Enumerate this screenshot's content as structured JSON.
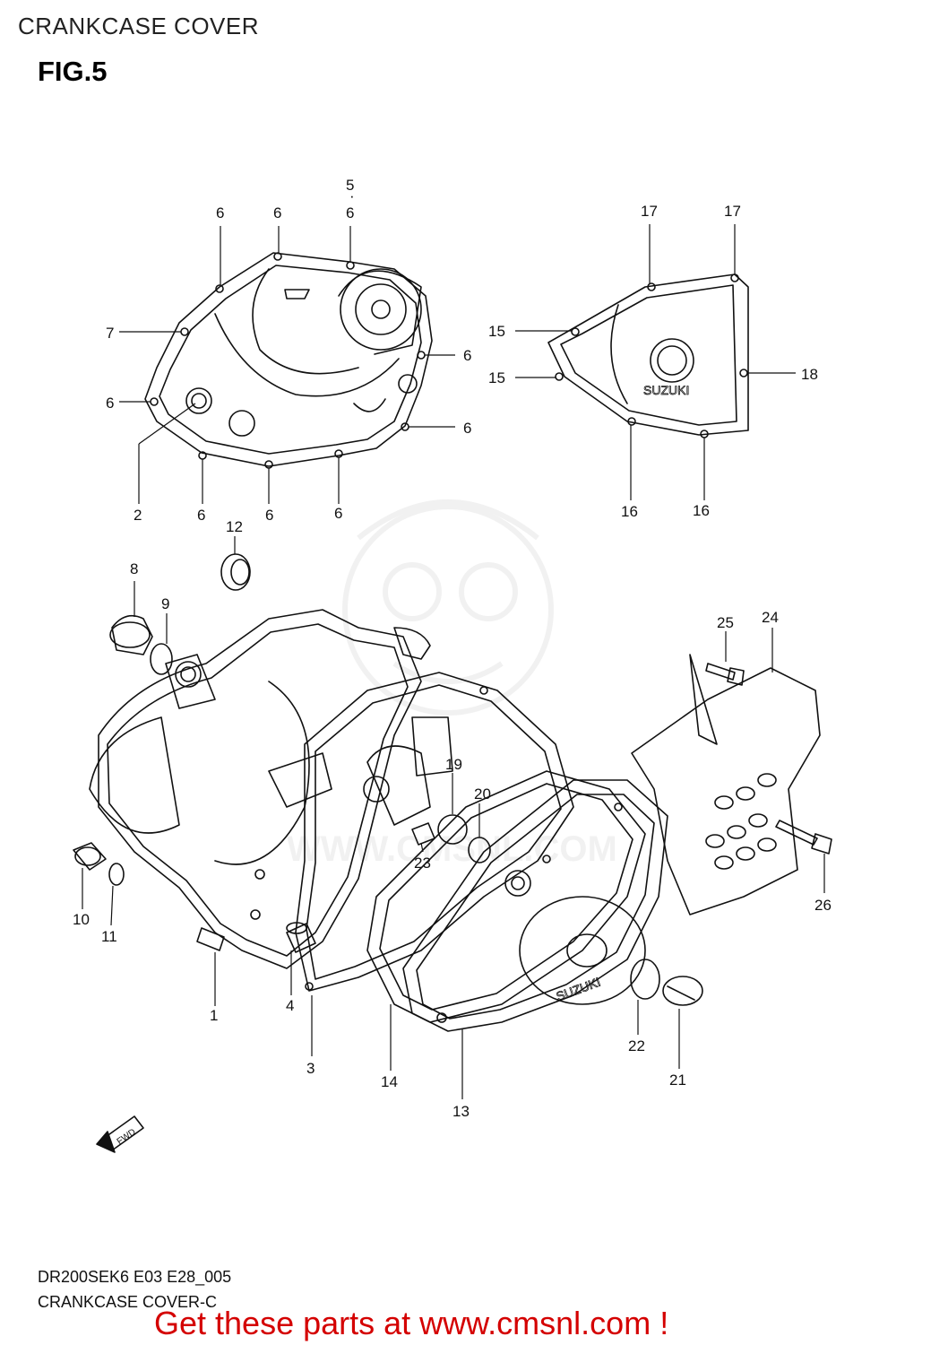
{
  "header": {
    "title": "CRANKCASE COVER",
    "figure": "FIG.5"
  },
  "footer": {
    "model_code": "DR200SEK6 E03 E28_005",
    "diagram_name": "CRANKCASE COVER-C",
    "promo_text": "Get these parts at www.cmsnl.com !"
  },
  "diagram": {
    "fwd_label": "FWD",
    "brand_mark": "SUZUKI",
    "watermark_text": "WWW.CMSNL.COM",
    "callouts": {
      "c5": "5",
      "c6a": "6",
      "c6b": "6",
      "c6c": "6",
      "c6d": "6",
      "c6e": "6",
      "c6f": "6",
      "c6g": "6",
      "c6h": "6",
      "c6i": "6",
      "c7": "7",
      "c2": "2",
      "c17a": "17",
      "c17b": "17",
      "c15a": "15",
      "c15b": "15",
      "c18": "18",
      "c16a": "16",
      "c16b": "16",
      "c12": "12",
      "c8": "8",
      "c9": "9",
      "c25": "25",
      "c24": "24",
      "c19": "19",
      "c20": "20",
      "c23": "23",
      "c26": "26",
      "c10": "10",
      "c11": "11",
      "c1": "1",
      "c4": "4",
      "c3": "3",
      "c14": "14",
      "c13": "13",
      "c22": "22",
      "c21": "21"
    }
  },
  "colors": {
    "line": "#111111",
    "promo": "#d40000",
    "watermark": "#9a9a9a"
  }
}
